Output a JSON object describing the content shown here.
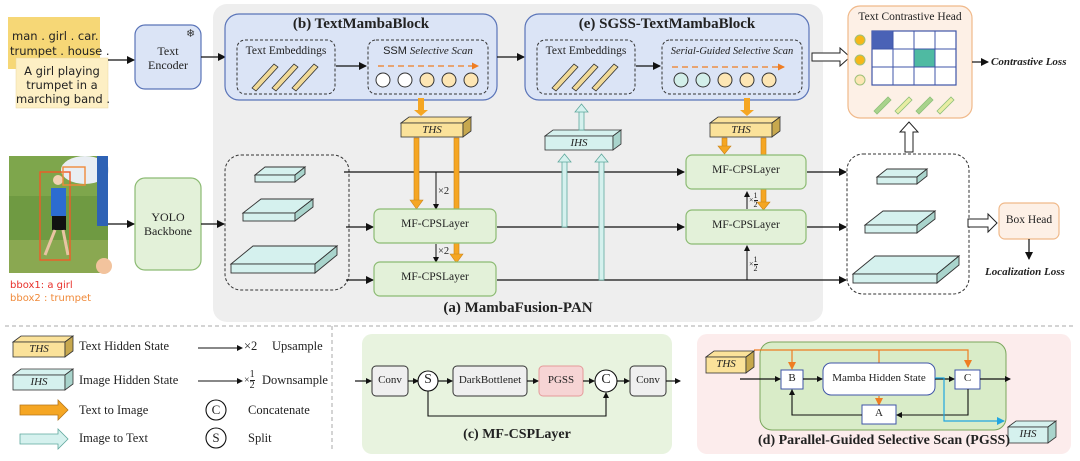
{
  "input": {
    "categories_note": "man . girl . car. trumpet . house .",
    "categories_lines": [
      "man . girl . car.",
      "trumpet . house ."
    ],
    "caption_lines": [
      "A girl playing",
      "trumpet in a",
      "marching band ."
    ],
    "bbox_labels": [
      "bbox1: a girl",
      "bbox2 : trumpet"
    ]
  },
  "text_encoder": {
    "label_lines": [
      "Text",
      "Encoder"
    ],
    "icon": "snowflake-icon"
  },
  "yolo": {
    "label_lines": [
      "YOLO",
      "Backbone"
    ]
  },
  "text_mamba_block": {
    "title": "(b) TextMambaBlock",
    "embeddings_label": "Text Embeddings",
    "scan_label_prefix": "SSM",
    "scan_label_italic": "Selective Scan"
  },
  "sgss_block": {
    "title": "(e) SGSS-TextMambaBlock",
    "embeddings_label": "Text Embeddings",
    "scan_label_italic": "Serial-Guided Selective Scan"
  },
  "contrastive_head": {
    "title": "Text Contrastive Head",
    "loss": "Contrastive Loss"
  },
  "box_head": {
    "label": "Box Head",
    "loss": "Localization Loss"
  },
  "pan": {
    "title": "(a) MambaFusion-PAN",
    "ths": "THS",
    "ihs": "IHS",
    "layer_label": "MF-CPSLayer",
    "up": "×2",
    "down_x": "×",
    "down_num": "1",
    "down_den": "2"
  },
  "legend": {
    "ths_tag": "THS",
    "ihs_tag": "IHS",
    "text_hidden_state": "Text Hidden State",
    "image_hidden_state": "Image Hidden State",
    "text_to_image": "Text to Image",
    "image_to_text": "Image to Text",
    "upsample_sym": "×2",
    "upsample": "Upsample",
    "downsample_x": "×",
    "downsample": "Downsample",
    "concat_sym": "C",
    "concatenate": "Concatenate",
    "split_sym": "S",
    "split": "Split"
  },
  "mf_csp": {
    "title": "(c) MF-CSPLayer",
    "conv": "Conv",
    "split": "S",
    "dark": "DarkBottlenet",
    "pgss": "PGSS",
    "concat": "C",
    "conv2": "Conv"
  },
  "pgss": {
    "title": "(d) Parallel-Guided Selective Scan (PGSS)",
    "ths": "THS",
    "ihs": "IHS",
    "b": "B",
    "hidden": "Mamba Hidden State",
    "c": "C",
    "a": "A"
  },
  "colors": {
    "pan_bg": "#eeeeee",
    "block_blue": "#dbe4f6",
    "block_border": "#5a74b8",
    "green_box": "#e3f1d9",
    "green_border": "#8cbb73",
    "ths_yellow": "#fbe29a",
    "ihs_cyan": "#d5f1ee",
    "orange_arrow": "#f5a623",
    "pgss_pink": "#fbe4e4",
    "head_bg": "#fdf0e6",
    "head_border": "#f0b98a"
  }
}
